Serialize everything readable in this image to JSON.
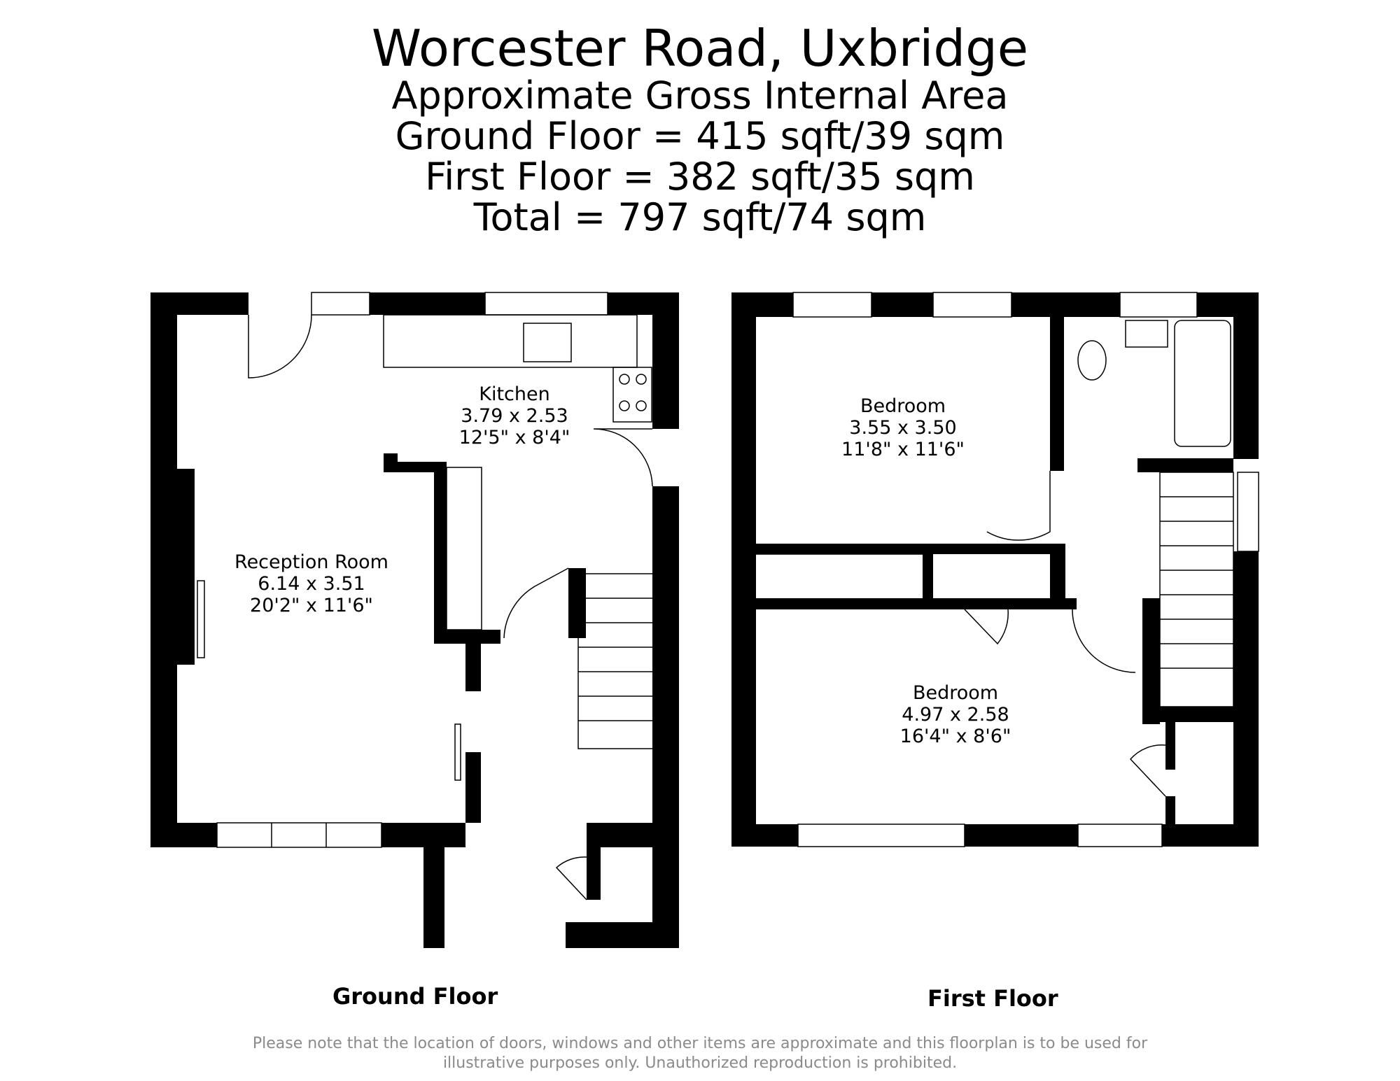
{
  "header": {
    "title": "Worcester Road, Uxbridge",
    "subtitle": "Approximate Gross Internal Area",
    "ground_floor_area": "Ground Floor = 415 sqft/39 sqm",
    "first_floor_area": "First Floor = 382 sqft/35 sqm",
    "total_area": "Total = 797 sqft/74 sqm"
  },
  "rooms": {
    "kitchen": {
      "name": "Kitchen",
      "metric": "3.79 x 2.53",
      "imperial": "12'5\" x 8'4\""
    },
    "reception": {
      "name": "Reception Room",
      "metric": "6.14 x 3.51",
      "imperial": "20'2\" x 11'6\""
    },
    "bedroom1": {
      "name": "Bedroom",
      "metric": "3.55 x 3.50",
      "imperial": "11'8\" x 11'6\""
    },
    "bedroom2": {
      "name": "Bedroom",
      "metric": "4.97 x 2.58",
      "imperial": "16'4\" x 8'6\""
    }
  },
  "floors": {
    "ground": "Ground Floor",
    "first": "First Floor"
  },
  "disclaimer": "Please note that the location of doors, windows and other items are approximate and this floorplan is to be used for illustrative purposes only. Unauthorized reproduction is prohibited."
}
